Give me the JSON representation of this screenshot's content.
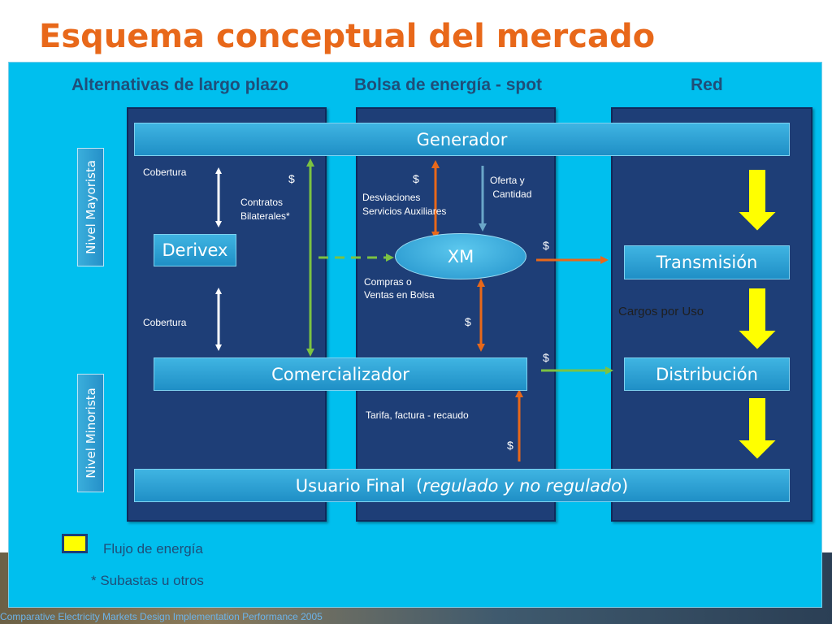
{
  "title": "Esquema conceptual del mercado",
  "columns": {
    "left": "Alternativas de largo plazo",
    "middle": "Bolsa de energía - spot",
    "right": "Red"
  },
  "levels": {
    "mayorista": "Nivel Mayorista",
    "minorista": "Nivel Minorista"
  },
  "boxes": {
    "generador": "Generador",
    "derivex": "Derivex",
    "xm": "XM",
    "transmision": "Transmisión",
    "comercializador": "Comercializador",
    "distribucion": "Distribución",
    "usuario_final_prefix": "Usuario Final  (",
    "usuario_final_italic": "regulado y no regulado",
    "usuario_final_suffix": ")"
  },
  "labels": {
    "cobertura_top": "Cobertura",
    "cobertura_bottom": "Cobertura",
    "dollar_contratos": "$",
    "contratos_line1": "Contratos",
    "contratos_line2": "Bilaterales*",
    "dollar_desviaciones": "$",
    "desviaciones_line1": "Desviaciones",
    "desviaciones_line2": "Servicios Auxiliares",
    "oferta_line1": "Oferta y",
    "oferta_line2": " Cantidad",
    "dollar_transmision": "$",
    "compras_line1": "Compras  o",
    "compras_line2": "Ventas en Bolsa",
    "dollar_compras": "$",
    "cargos_por_uso": "Cargos por Uso",
    "dollar_distribucion": "$",
    "tarifa": "Tarifa, factura - recaudo",
    "dollar_tarifa": "$"
  },
  "legend": {
    "flujo": "Flujo de energía",
    "subastas": "* Subastas u otros"
  },
  "footer": "Comparative Electricity Markets Design Implementation Performance 2005",
  "colors": {
    "title": "#e8681a",
    "panel": "#00bfee",
    "column": "#1e3e77",
    "bar": "#2a9fd4",
    "energy_flow": "#ffff00",
    "money_flow_orange": "#e8681a",
    "green_arrow": "#7cc242",
    "white_arrow": "#ffffff",
    "blue_arrow": "#6aa6c8"
  }
}
